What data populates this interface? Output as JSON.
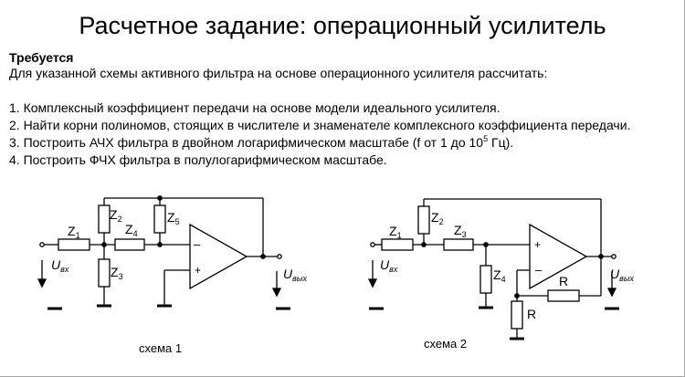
{
  "slide": {
    "title": "Расчетное задание: операционный усилитель",
    "subtitle": "Требуется",
    "intro": "Для указанной схемы активного фильтра на основе операционного усилителя рассчитать:",
    "tasks": [
      "1. Комплексный коэффициент передачи на основе модели идеального усилителя.",
      "2. Найти корни полиномов, стоящих в числителе и знаменателе комплексного коэффициента передачи.",
      "3. Построить АЧХ фильтра в двойном логарифмическом масштабе (f от 1 до 10",
      "4. Построить ФЧХ фильтра в полулогарифмическом масштабе."
    ],
    "task3_exponent": "5",
    "task3_tail": " Гц)."
  },
  "schema1": {
    "caption": "схема 1",
    "z1": "Z",
    "z1_sub": "1",
    "z2": "Z",
    "z2_sub": "2",
    "z3": "Z",
    "z3_sub": "3",
    "z4": "Z",
    "z4_sub": "4",
    "z5": "Z",
    "z5_sub": "5",
    "minus": "–",
    "plus": "+",
    "u_in": "U",
    "u_in_sub": "вх",
    "u_out": "U",
    "u_out_sub": "вых"
  },
  "schema2": {
    "caption": "схема 2",
    "z1": "Z",
    "z1_sub": "1",
    "z2": "Z",
    "z2_sub": "2",
    "z3": "Z",
    "z3_sub": "3",
    "z4": "Z",
    "z4_sub": "4",
    "r1": "R",
    "r2": "R",
    "plus": "+",
    "minus": "–",
    "u_in": "U",
    "u_in_sub": "вх",
    "u_out": "U",
    "u_out_sub": "вых"
  }
}
